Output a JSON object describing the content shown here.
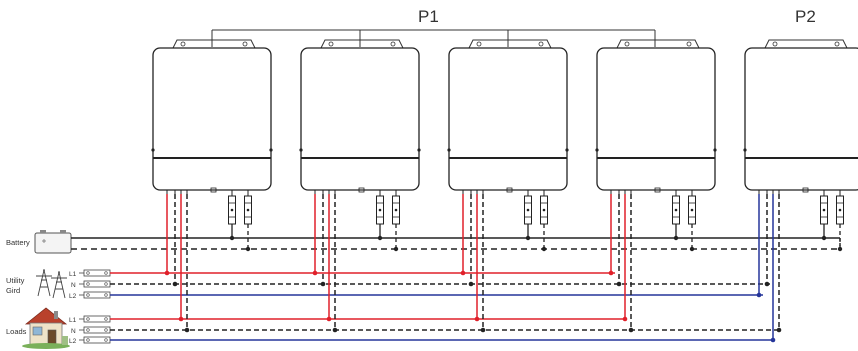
{
  "groups": {
    "p1": "P1",
    "p2": "P2"
  },
  "labels": {
    "battery": "Battery",
    "utility_line1": "Utility",
    "utility_line2": "Gird",
    "loads": "Loads"
  },
  "terminals": {
    "l1": "L1",
    "n": "N",
    "l2": "L2"
  },
  "colors": {
    "l1": "#e0202a",
    "l2": "#25359a",
    "neutral": "#222222",
    "outline": "#222222"
  }
}
